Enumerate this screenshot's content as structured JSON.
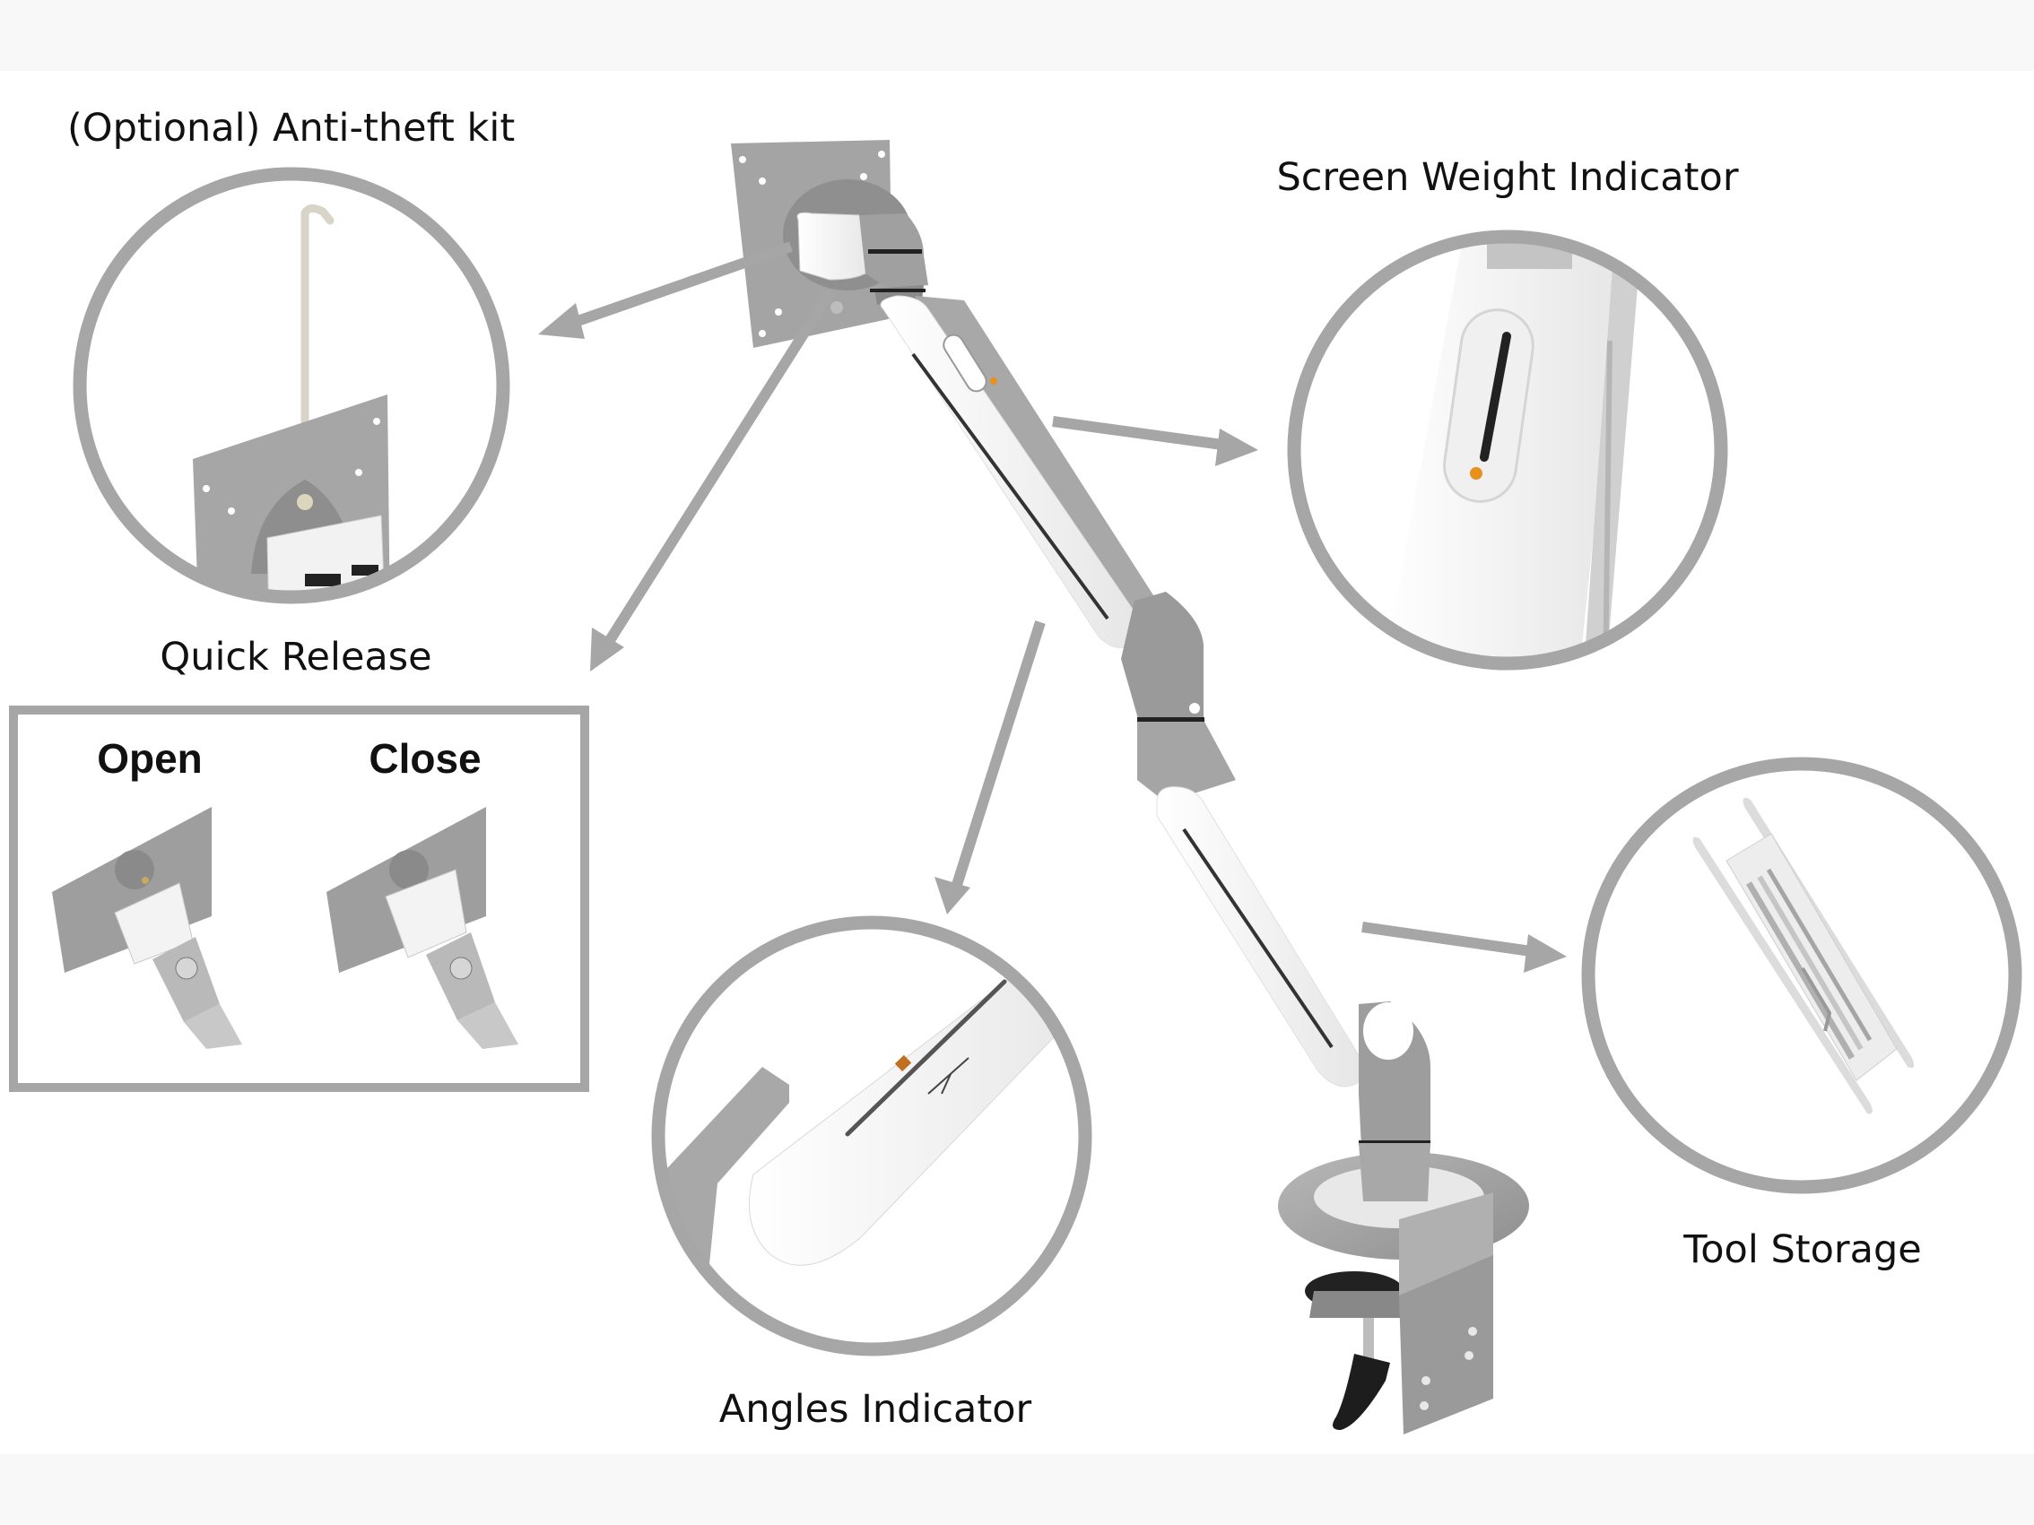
{
  "diagram": {
    "subject": "Monitor arm feature callouts",
    "callouts": {
      "anti_theft": {
        "label": "(Optional) Anti-theft kit"
      },
      "quick_release": {
        "label": "Quick Release",
        "states": [
          "Open",
          "Close"
        ]
      },
      "screen_weight": {
        "label": "Screen Weight Indicator"
      },
      "angles": {
        "label": "Angles Indicator"
      },
      "tool_storage": {
        "label": "Tool Storage"
      }
    },
    "colors": {
      "callout_gray": "#a6a6a6",
      "metal_gray": "#9e9e9e",
      "white_part": "#f4f4f4",
      "indicator_orange": "#e8901c",
      "background": "#ffffff",
      "band": "#f8f8f8"
    }
  }
}
